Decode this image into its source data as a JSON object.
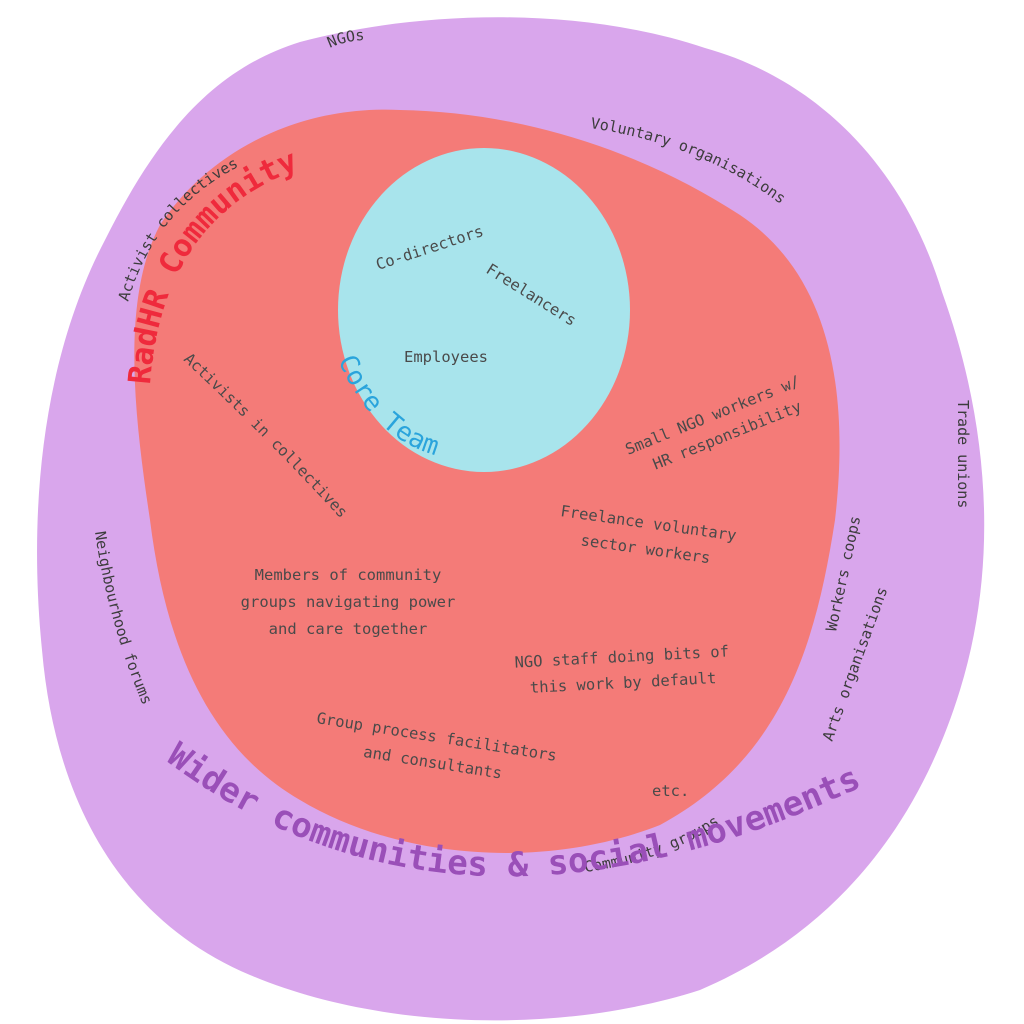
{
  "colors": {
    "outer_ring": "#d9a6ec",
    "middle_area": "#f47b78",
    "core_circle": "#a8e4ec",
    "middle_title": "#ef2a3c",
    "core_title": "#2aa4dc",
    "outer_title": "#9a4fb8"
  },
  "outer": {
    "title": "Wider communities & social movements",
    "labels": {
      "ngos": "NGOs",
      "voluntary": "Voluntary organisations",
      "activist_collectives": "Activist collectives",
      "trade_unions": "Trade unions",
      "workers_coops": "Workers coops",
      "arts": "Arts organisations",
      "neighbourhood": "Neighbourhood forums",
      "community_groups": "Community groups"
    }
  },
  "middle": {
    "title": "RadHR Community",
    "labels": {
      "activists": "Activists in collectives",
      "small_ngo_1": "Small NGO workers w/",
      "small_ngo_2": "HR responsibility",
      "freelance_1": "Freelance voluntary",
      "freelance_2": "sector workers",
      "members_1": "Members of community",
      "members_2": "groups navigating power",
      "members_3": "and care together",
      "ngo_staff_1": "NGO staff doing bits of",
      "ngo_staff_2": "this work by default",
      "facilitators_1": "Group process facilitators",
      "facilitators_2": "and consultants",
      "etc": "etc."
    }
  },
  "core": {
    "title": "Core Team",
    "labels": {
      "co_directors": "Co-directors",
      "freelancers": "Freelancers",
      "employees": "Employees"
    }
  }
}
